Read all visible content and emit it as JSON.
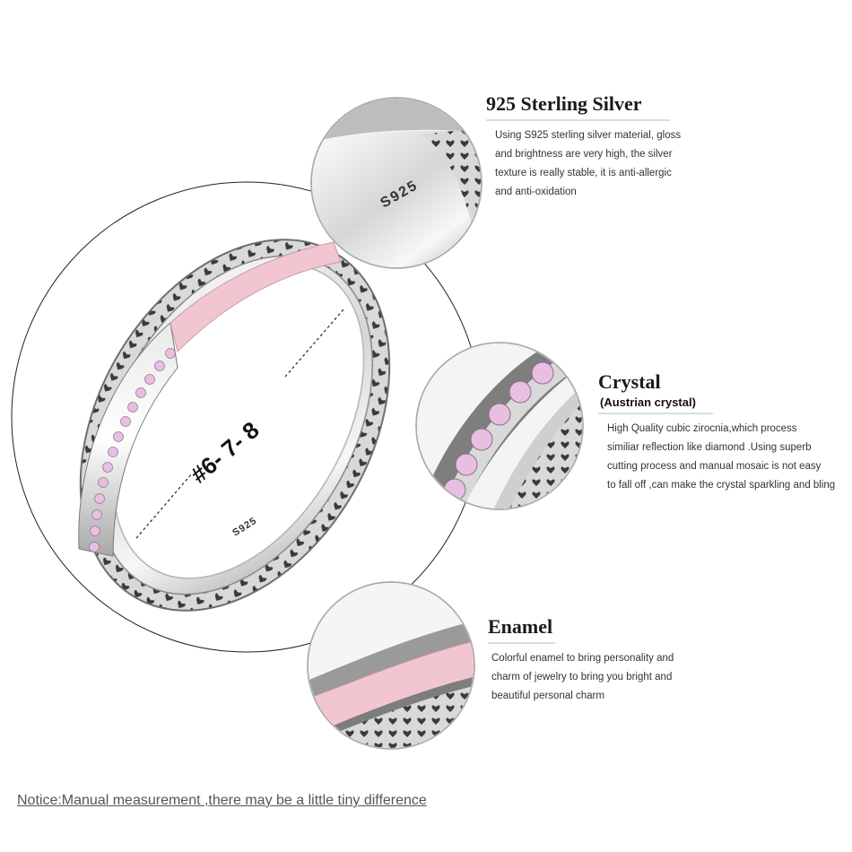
{
  "features": [
    {
      "title": "925 Sterling Silver",
      "subtitle": "",
      "lines": [
        "Using S925 sterling silver material, gloss",
        "and brightness are very high, the silver",
        "texture is really stable, it is anti-allergic",
        "and anti-oxidation"
      ]
    },
    {
      "title": "Crystal",
      "subtitle": "(Austrian crystal)",
      "lines": [
        "High Quality cubic zirocnia,which process",
        "similiar reflection like diamond .Using superb",
        "cutting process and manual mosaic is not easy",
        "to fall off ,can make the crystal sparkling and bling"
      ]
    },
    {
      "title": "Enamel",
      "subtitle": "",
      "lines": [
        "Colorful enamel to bring personality and",
        "charm of jewelry to bring you bright and",
        "beautiful personal charm"
      ]
    }
  ],
  "ring": {
    "size_label": "#6- 7- 8",
    "stamp": "S925",
    "zoom_stamp": "S925"
  },
  "notice": "Notice:Manual measurement ,there may be a little tiny  difference",
  "colors": {
    "enamel": "#f2c6d0",
    "crystal": "#e8bfe0",
    "silver_light": "#f3f3f3",
    "silver_dark": "#8e8e8e",
    "oxidized": "#3a3a3a",
    "rule": "#cfe0ec"
  }
}
